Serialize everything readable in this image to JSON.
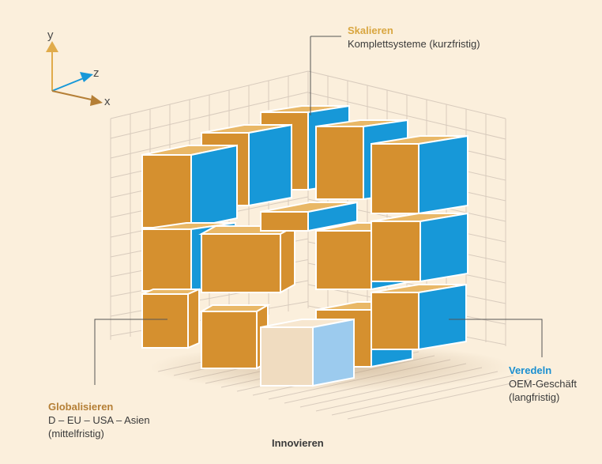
{
  "axes": {
    "y": "y",
    "z": "z",
    "x": "x"
  },
  "callouts": {
    "top": {
      "title": "Skalieren",
      "text": "Komplettsysteme (kurzfristig)"
    },
    "right": {
      "title": "Veredeln",
      "line1": "OEM-Geschäft",
      "line2": "(langfristig)"
    },
    "left": {
      "title": "Globalisieren",
      "line1": "D – EU – USA – Asien",
      "line2": "(mittelfristig)"
    },
    "bottom": {
      "title": "Innovieren"
    }
  },
  "colors": {
    "background": "#fbefdc",
    "orange": "#d5902f",
    "orange_top": "#e9b867",
    "blue": "#1798d8",
    "blue_dark": "#0d7fbf",
    "highlight_front": "#f0dcc0",
    "highlight_side": "#9ccbee",
    "skalieren": "#d9a640",
    "veredeln": "#1a8fd0",
    "globalisieren": "#b57f36"
  }
}
